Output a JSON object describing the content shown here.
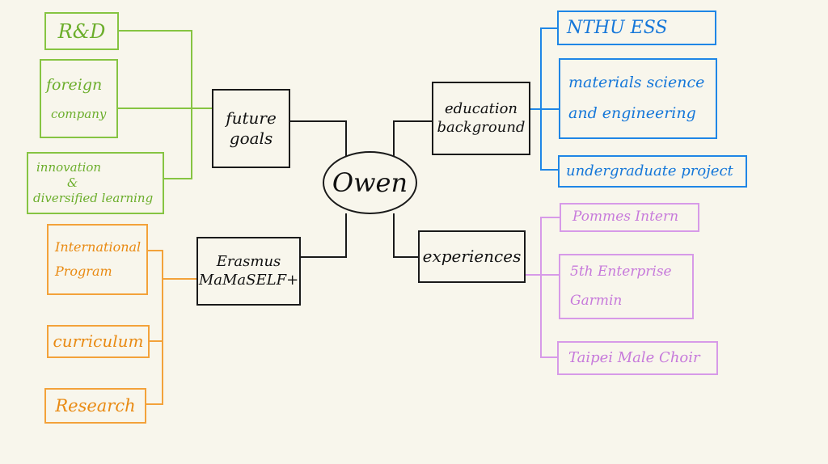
{
  "center": {
    "label": "Owen"
  },
  "branches": {
    "future_goals": {
      "label": [
        "future",
        "goals"
      ],
      "items": {
        "rd": "R&D",
        "foreign_company": [
          "foreign",
          "company"
        ],
        "innovation": [
          "innovation",
          "&",
          "diversified learning"
        ]
      }
    },
    "erasmus": {
      "label": [
        "Erasmus",
        "MaMaSELF+"
      ],
      "items": {
        "international": [
          "International",
          "Program"
        ],
        "curriculum": "curriculum",
        "research": "Research"
      }
    },
    "education": {
      "label": [
        "education",
        "background"
      ],
      "items": {
        "nthu": "NTHU ESS",
        "mse": [
          "materials science",
          "and engineering"
        ],
        "undergrad": "undergraduate project"
      }
    },
    "experiences": {
      "label": "experiences",
      "items": {
        "pommes": "Pommes Intern",
        "enterprise": [
          "5th Enterprise",
          "Garmin"
        ],
        "choir": "Taipei Male Choir"
      }
    }
  },
  "colors": {
    "future_goals": "#86c442",
    "erasmus": "#f3a23a",
    "education": "#1f86e6",
    "experiences": "#d79ae8",
    "main": "#1a1a1a",
    "background": "#f8f6ec"
  }
}
